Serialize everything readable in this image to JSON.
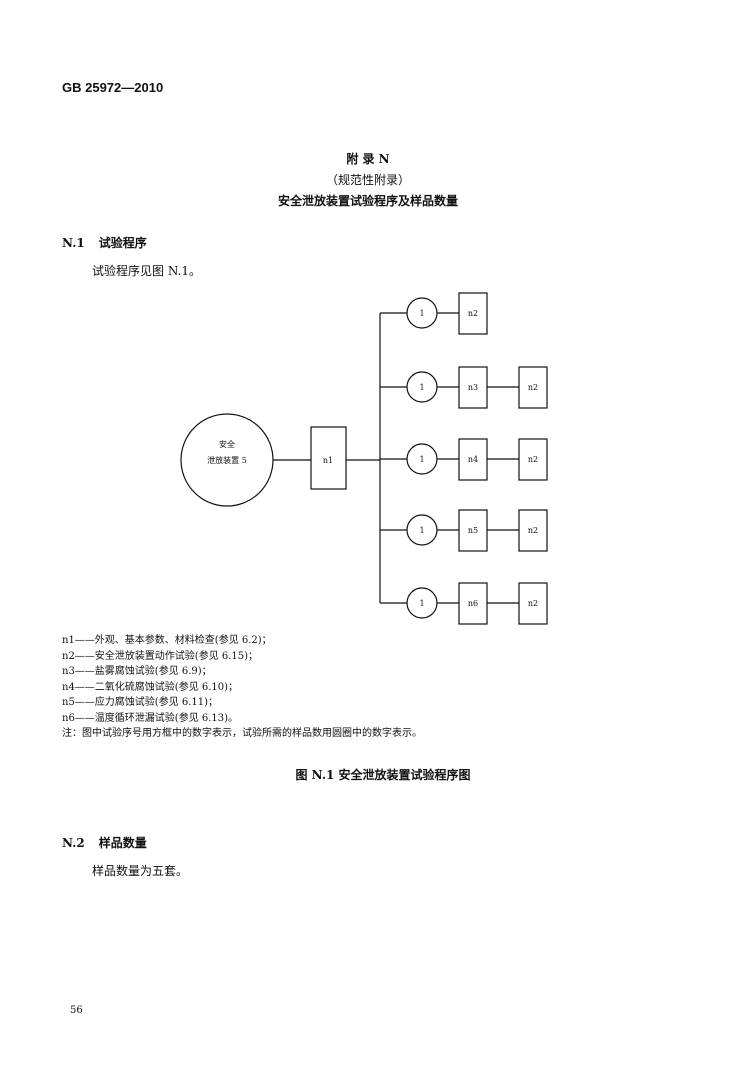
{
  "header": {
    "standard_number": "GB 25972—2010"
  },
  "appendix": {
    "title": "附  录  N",
    "type": "（规范性附录）",
    "subtitle": "安全泄放装置试验程序及样品数量"
  },
  "section1": {
    "number": "N.1",
    "title": "试验程序",
    "text": "试验程序见图 N.1。"
  },
  "diagram": {
    "source": {
      "line1": "安全",
      "line2": "泄放装置 5"
    },
    "first_test": "n1",
    "branches": [
      {
        "count": "1",
        "test": "n2",
        "next": null
      },
      {
        "count": "1",
        "test": "n3",
        "next": "n2"
      },
      {
        "count": "1",
        "test": "n4",
        "next": "n2"
      },
      {
        "count": "1",
        "test": "n5",
        "next": "n2"
      },
      {
        "count": "1",
        "test": "n6",
        "next": "n2"
      }
    ]
  },
  "legend": [
    "n1——外观、基本参数、材料检查(参见 6.2)；",
    "n2——安全泄放装置动作试验(参见 6.15)；",
    "n3——盐雾腐蚀试验(参见 6.9)；",
    "n4——二氧化硫腐蚀试验(参见 6.10)；",
    "n5——应力腐蚀试验(参见 6.11)；",
    "n6——温度循环泄漏试验(参见 6.13)。"
  ],
  "note": "注：图中试验序号用方框中的数字表示，试验所需的样品数用圆圈中的数字表示。",
  "figure_caption": "图 N.1   安全泄放装置试验程序图",
  "section2": {
    "number": "N.2",
    "title": "样品数量",
    "text": "样品数量为五套。"
  },
  "page_number": "56"
}
